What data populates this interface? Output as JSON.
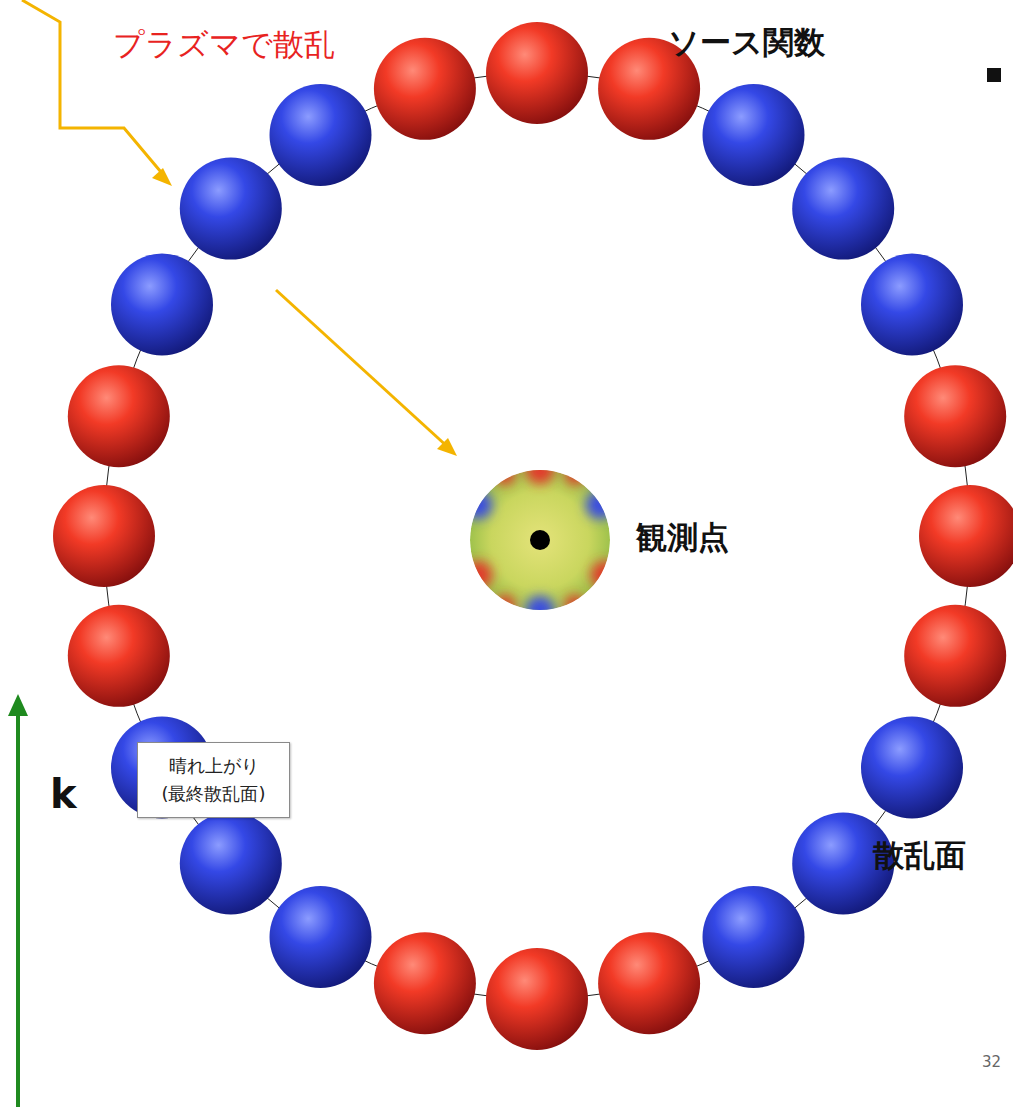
{
  "diagram": {
    "nodes": [
      {
        "text": [
          "晴れ上がり (最終散乱面)"
        ]
      }
    ],
    "labels": [
      "プラズマで散乱",
      "ソース関数",
      "観測点",
      "散乱面",
      "k",
      "32"
    ]
  }
}
